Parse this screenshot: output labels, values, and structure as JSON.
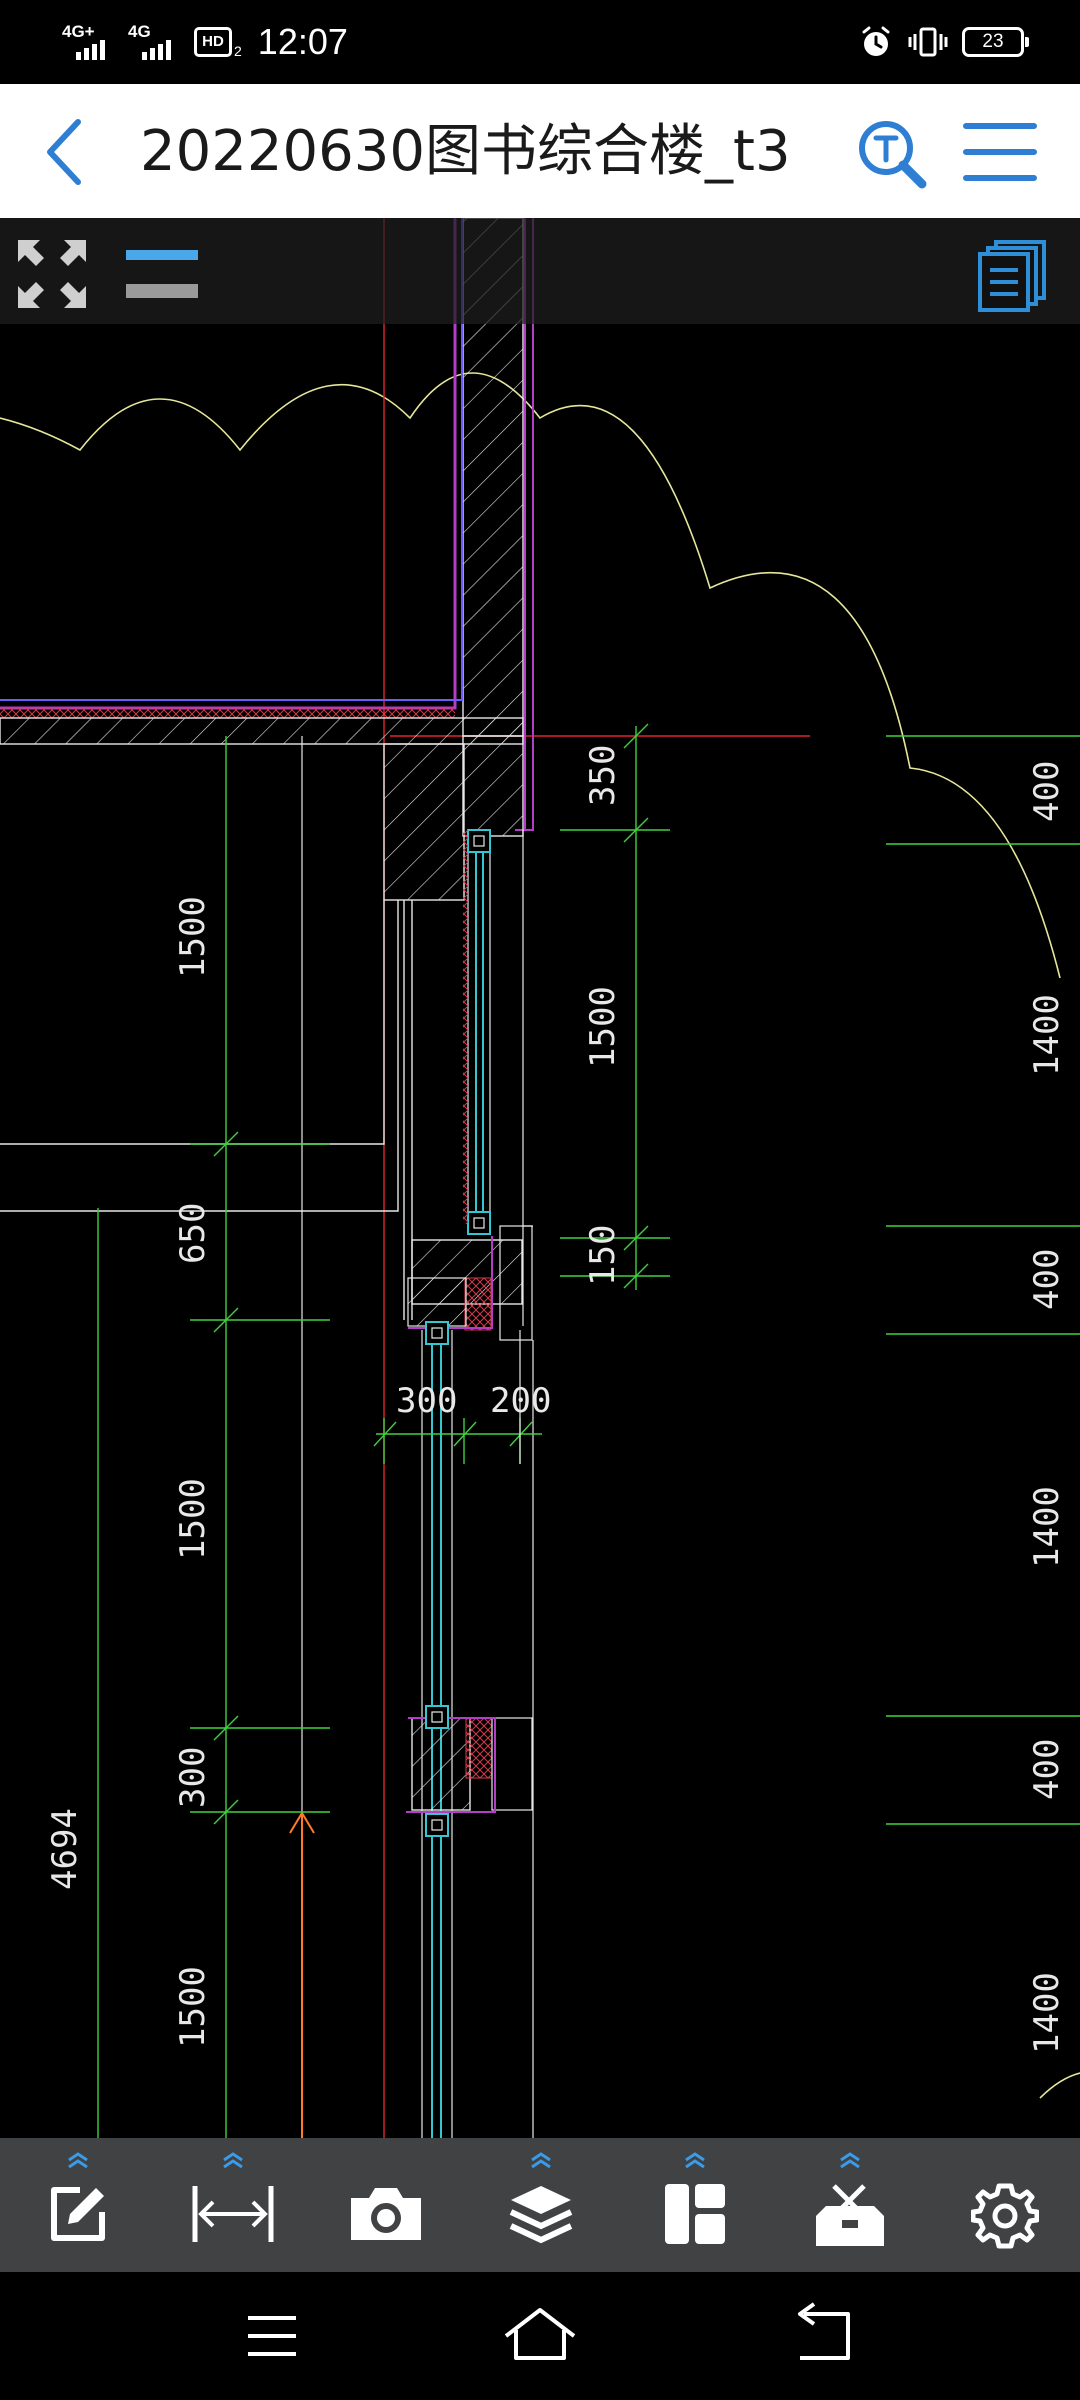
{
  "status_bar": {
    "signal_1_label": "4G+",
    "signal_2_label": "4G",
    "hd_badge": "HD",
    "hd_sub": "2",
    "time": "12:07",
    "battery_level": "23"
  },
  "header": {
    "title": "20220630图书综合楼_t3",
    "back_icon": "chevron-left-icon",
    "search_icon": "text-search-icon",
    "menu_icon": "hamburger-menu-icon"
  },
  "drawing": {
    "dimensions": {
      "d_350": "350",
      "d_1500_a": "1500",
      "d_150": "150",
      "d_300_w": "300",
      "d_200_w": "200",
      "left_1500_a": "1500",
      "left_650": "650",
      "left_1500_b": "1500",
      "left_300": "300",
      "left_1500_c": "1500",
      "left_4694": "4694",
      "right_400_a": "400",
      "right_1400_a": "1400",
      "right_400_b": "400",
      "right_1400_b": "1400",
      "right_400_c": "400",
      "right_1400_c": "1400"
    },
    "colors": {
      "wall_hatch": "#ffffff",
      "cloud": "#e6e69a",
      "dimension": "#3fd23f",
      "axis": "#e0262a",
      "insulation": "#b43cc8",
      "glass": "#36c6d2",
      "arrow": "#ff7b2a"
    }
  },
  "bottom_toolbar": {
    "tools": [
      {
        "name": "edit-icon"
      },
      {
        "name": "measure-icon"
      },
      {
        "name": "camera-icon"
      },
      {
        "name": "layers-icon"
      },
      {
        "name": "layout-icon"
      },
      {
        "name": "toolbox-icon"
      },
      {
        "name": "settings-icon"
      }
    ]
  },
  "nav_bar": {
    "menu": "recent-apps-icon",
    "home": "home-icon",
    "back": "back-icon"
  }
}
